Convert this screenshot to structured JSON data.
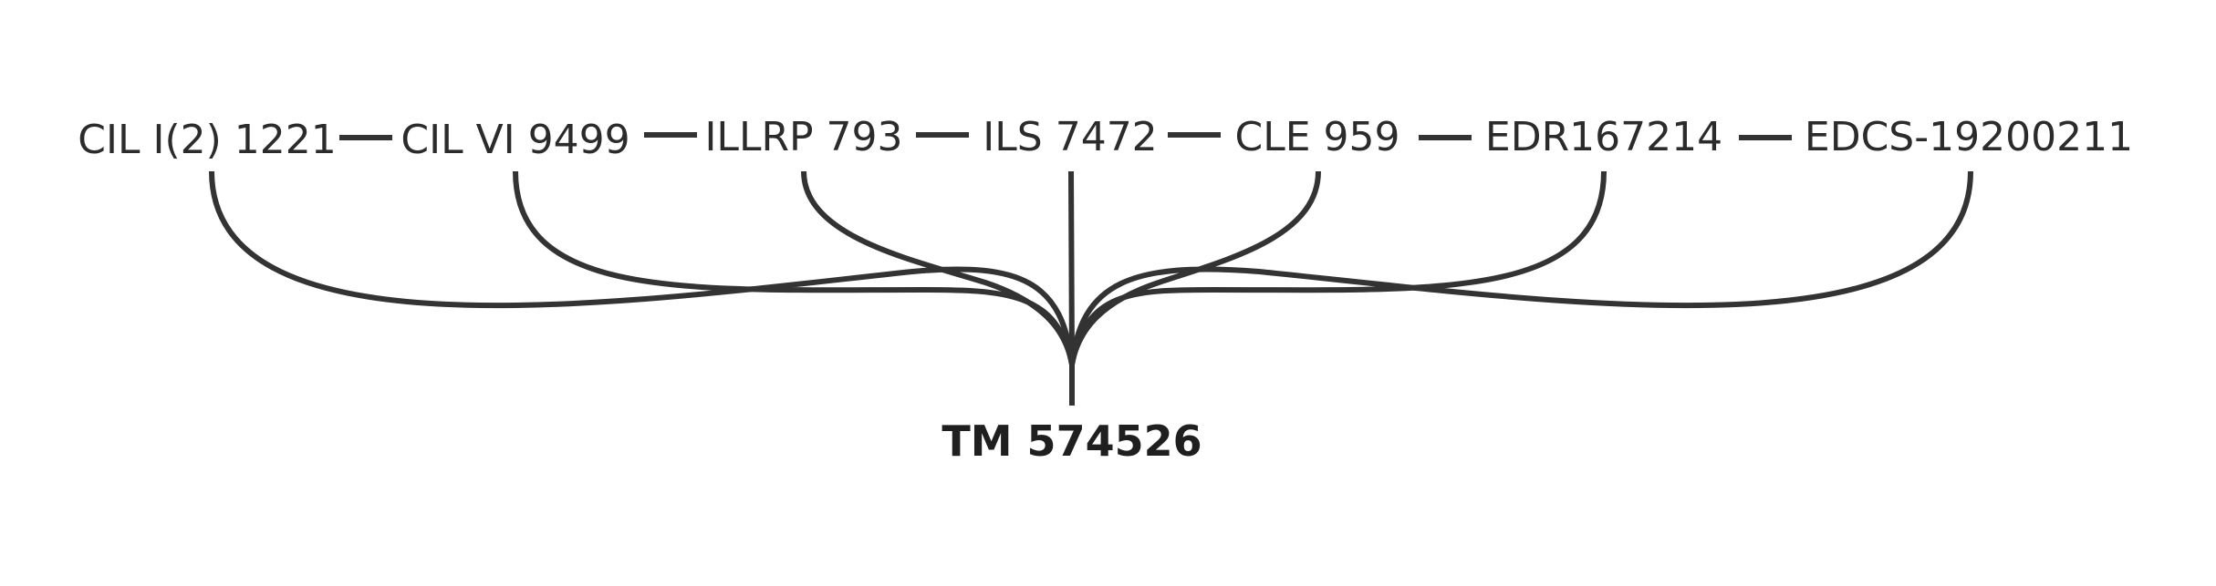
{
  "references": [
    "CIL I(2) 1221",
    "CIL VI 9499",
    "ILLRP 793",
    "ILS 7472",
    "CLE 959",
    "EDR167214",
    "EDCS-19200211"
  ],
  "root": "TM 574526",
  "colors": {
    "line": "#333333",
    "text": "#2b2b2b",
    "background": "#ffffff"
  }
}
